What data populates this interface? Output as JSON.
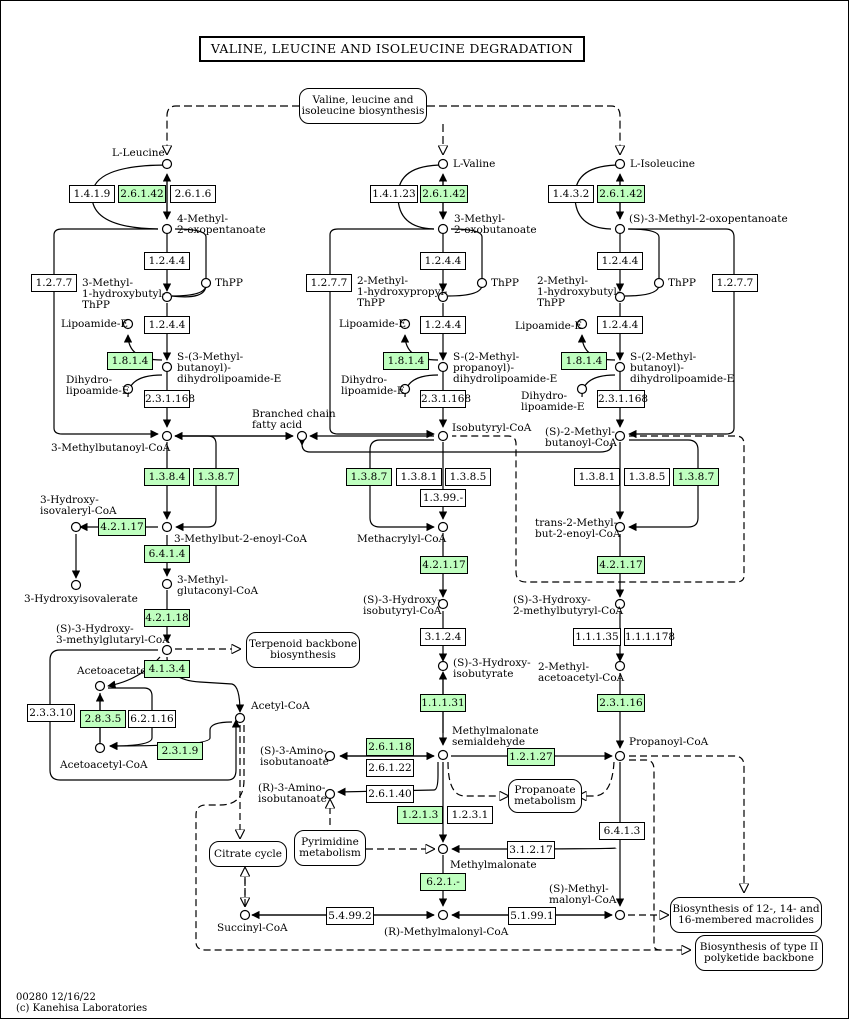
{
  "title": "VALINE, LEUCINE AND ISOLEUCINE DEGRADATION",
  "footer": {
    "id_date": "00280 12/16/22",
    "copyright": "(c) Kanehisa Laboratories"
  },
  "maps": {
    "biosynthesis": "Valine, leucine and\nisoleucine biosynthesis",
    "terpenoid": "Terpenoid backbone\nbiosynthesis",
    "propanoate": "Propanoate\nmetabolism",
    "pyrimidine": "Pyrimidine\nmetabolism",
    "citrate": "Citrate cycle",
    "macrolides": "Biosynthesis of 12-, 14- and\n16-membered macrolides",
    "polyketide": "Biosynthesis of type II\npolyketide backbone"
  },
  "compounds": {
    "l_leucine": "L-Leucine",
    "l_valine": "L-Valine",
    "l_isoleucine": "L-Isoleucine",
    "methyl_oxopentanoate": "4-Methyl-\n2-oxopentanoate",
    "methyl_oxobutanoate": "3-Methyl-\n2-oxobutanoate",
    "s_methyl_oxopentanoate": "(S)-3-Methyl-2-oxopentanoate",
    "thpp_leu": "ThPP",
    "thpp_val": "ThPP",
    "thpp_ile": "ThPP",
    "hydroxybutyl_thpp": "3-Methyl-\n1-hydroxybutyl-\nThPP",
    "hydroxypropyl_thpp": "2-Methyl-\n1-hydroxypropyl-\nThPP",
    "hydroxybutyl2_thpp": "2-Methyl-\n1-hydroxybutyl-\nThPP",
    "lipoamide_leu": "Lipoamide-E",
    "lipoamide_val": "Lipoamide-E",
    "lipoamide_ile": "Lipoamide-E",
    "dihydrolipo_leu": "Dihydro-\nlipoamide-E",
    "dihydrolipo_val": "Dihydro-\nlipoamide-E",
    "dihydrolipo_ile": "Dihydro-\nlipoamide-E",
    "s_methylbutanoyl_dhl": "S-(3-Methyl-\nbutanoyl)-\ndihydrolipoamide-E",
    "s_methylpropanoyl_dhl": "S-(2-Methyl-\npropanoyl)-\ndihydrolipoamide-E",
    "s_methylbutanoyl2_dhl": "S-(2-Methyl-\nbutanoyl)-\ndihydrolipoamide-E",
    "methylbutanoyl_coa": "3-Methylbutanoyl-CoA",
    "branched_fatty": "Branched chain\nfatty acid",
    "isobutyryl_coa": "Isobutyryl-CoA",
    "s2_methylbutanoyl_coa": "(S)-2-Methyl-\nbutanoyl-CoA",
    "hydroxyisovaleryl_coa": "3-Hydroxy-\nisovaleryl-CoA",
    "methylbutenoyl_coa": "3-Methylbut-2-enoyl-CoA",
    "hydroxyisovalerate": "3-Hydroxyisovalerate",
    "methylglutaconyl_coa": "3-Methyl-\nglutaconyl-CoA",
    "hmg_coa": "(S)-3-Hydroxy-\n3-methylglutaryl-CoA",
    "acetoacetate": "Acetoacetate",
    "acetoacetyl_coa": "Acetoacetyl-CoA",
    "acetyl_coa": "Acetyl-CoA",
    "methacrylyl_coa": "Methacrylyl-CoA",
    "hydroxyisobutyryl_coa": "(S)-3-Hydroxy-\nisobutyryl-CoA",
    "hydroxyisobutyrate": "(S)-3-Hydroxy-\nisobutyrate",
    "methylmalonate_semialdehyde": "Methylmalonate\nsemialdehyde",
    "s_aminoisobutanoate": "(S)-3-Amino-\nisobutanoate",
    "r_aminoisobutanoate": "(R)-3-Amino-\nisobutanoate",
    "methylmalonate": "Methylmalonate",
    "r_methylmalonyl_coa": "(R)-Methylmalonyl-CoA",
    "s_methylmalonyl_coa": "(S)-Methyl-\nmalonyl-CoA",
    "succinyl_coa": "Succinyl-CoA",
    "trans_methylbutenoyl_coa": "trans-2-Methyl-\nbut-2-enoyl-CoA",
    "hydroxy_methylbutyryl_coa": "(S)-3-Hydroxy-\n2-methylbutyryl-CoA",
    "methylacetoacetyl_coa": "2-Methyl-\nacetoacetyl-CoA",
    "propanoyl_coa": "Propanoyl-CoA"
  },
  "enzymes": [
    {
      "id": "e_1419",
      "label": "1.4.1.9",
      "hl": false
    },
    {
      "id": "e_26142a",
      "label": "2.6.1.42",
      "hl": true
    },
    {
      "id": "e_2616",
      "label": "2.6.1.6",
      "hl": false
    },
    {
      "id": "e_14123",
      "label": "1.4.1.23",
      "hl": false
    },
    {
      "id": "e_26142b",
      "label": "2.6.1.42",
      "hl": true
    },
    {
      "id": "e_1432",
      "label": "1.4.3.2",
      "hl": false
    },
    {
      "id": "e_26142c",
      "label": "2.6.1.42",
      "hl": true
    },
    {
      "id": "e_1244a",
      "label": "1.2.4.4",
      "hl": false
    },
    {
      "id": "e_1244b",
      "label": "1.2.4.4",
      "hl": false
    },
    {
      "id": "e_1244c",
      "label": "1.2.4.4",
      "hl": false
    },
    {
      "id": "e_1244d",
      "label": "1.2.4.4",
      "hl": false
    },
    {
      "id": "e_1244e",
      "label": "1.2.4.4",
      "hl": false
    },
    {
      "id": "e_1244f",
      "label": "1.2.4.4",
      "hl": false
    },
    {
      "id": "e_1277a",
      "label": "1.2.7.7",
      "hl": false
    },
    {
      "id": "e_1277b",
      "label": "1.2.7.7",
      "hl": false
    },
    {
      "id": "e_1277c",
      "label": "1.2.7.7",
      "hl": false
    },
    {
      "id": "e_1814a",
      "label": "1.8.1.4",
      "hl": true
    },
    {
      "id": "e_1814b",
      "label": "1.8.1.4",
      "hl": true
    },
    {
      "id": "e_1814c",
      "label": "1.8.1.4",
      "hl": true
    },
    {
      "id": "e_231168a",
      "label": "2.3.1.168",
      "hl": false
    },
    {
      "id": "e_231168b",
      "label": "2.3.1.168",
      "hl": false
    },
    {
      "id": "e_231168c",
      "label": "2.3.1.168",
      "hl": false
    },
    {
      "id": "e_1384a",
      "label": "1.3.8.4",
      "hl": true
    },
    {
      "id": "e_1387a",
      "label": "1.3.8.7",
      "hl": true
    },
    {
      "id": "e_1387b",
      "label": "1.3.8.7",
      "hl": true
    },
    {
      "id": "e_1381a",
      "label": "1.3.8.1",
      "hl": false
    },
    {
      "id": "e_1385a",
      "label": "1.3.8.5",
      "hl": false
    },
    {
      "id": "e_1399",
      "label": "1.3.99.-",
      "hl": false
    },
    {
      "id": "e_1381b",
      "label": "1.3.8.1",
      "hl": false
    },
    {
      "id": "e_1385b",
      "label": "1.3.8.5",
      "hl": false
    },
    {
      "id": "e_1387c",
      "label": "1.3.8.7",
      "hl": true
    },
    {
      "id": "e_42117a",
      "label": "4.2.1.17",
      "hl": true
    },
    {
      "id": "e_6414",
      "label": "6.4.1.4",
      "hl": true
    },
    {
      "id": "e_42118",
      "label": "4.2.1.18",
      "hl": true
    },
    {
      "id": "e_42117b",
      "label": "4.2.1.17",
      "hl": true
    },
    {
      "id": "e_42117c",
      "label": "4.2.1.17",
      "hl": true
    },
    {
      "id": "e_4134",
      "label": "4.1.3.4",
      "hl": true
    },
    {
      "id": "e_2835",
      "label": "2.8.3.5",
      "hl": true
    },
    {
      "id": "e_62116",
      "label": "6.2.1.16",
      "hl": false
    },
    {
      "id": "e_23310",
      "label": "2.3.3.10",
      "hl": false
    },
    {
      "id": "e_2319",
      "label": "2.3.1.9",
      "hl": true
    },
    {
      "id": "e_3124",
      "label": "3.1.2.4",
      "hl": false
    },
    {
      "id": "e_11135",
      "label": "1.1.1.35",
      "hl": false
    },
    {
      "id": "e_111178",
      "label": "1.1.1.178",
      "hl": false
    },
    {
      "id": "e_11131",
      "label": "1.1.1.31",
      "hl": true
    },
    {
      "id": "e_23116",
      "label": "2.3.1.16",
      "hl": true
    },
    {
      "id": "e_26118",
      "label": "2.6.1.18",
      "hl": true
    },
    {
      "id": "e_26122",
      "label": "2.6.1.22",
      "hl": false
    },
    {
      "id": "e_12127",
      "label": "1.2.1.27",
      "hl": true
    },
    {
      "id": "e_26140",
      "label": "2.6.1.40",
      "hl": false
    },
    {
      "id": "e_1213",
      "label": "1.2.1.3",
      "hl": true
    },
    {
      "id": "e_1231",
      "label": "1.2.3.1",
      "hl": false
    },
    {
      "id": "e_3121",
      "label": "3.1.2.17",
      "hl": false
    },
    {
      "id": "e_6413",
      "label": "6.4.1.3",
      "hl": false
    },
    {
      "id": "e_621",
      "label": "6.2.1.-",
      "hl": true
    },
    {
      "id": "e_54992",
      "label": "5.4.99.2",
      "hl": false
    },
    {
      "id": "e_51991",
      "label": "5.1.99.1",
      "hl": false
    }
  ]
}
